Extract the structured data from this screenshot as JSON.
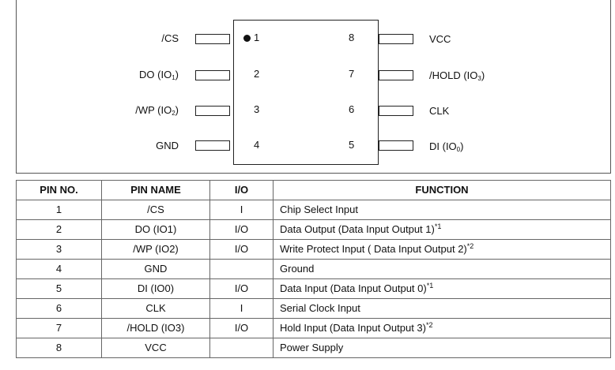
{
  "pinout": {
    "left_pins": [
      {
        "number": "1",
        "label": "/CS",
        "sub": "",
        "tail": ""
      },
      {
        "number": "2",
        "label": "DO (IO",
        "sub": "1",
        "tail": ")"
      },
      {
        "number": "3",
        "label": "/WP (IO",
        "sub": "2",
        "tail": ")"
      },
      {
        "number": "4",
        "label": "GND",
        "sub": "",
        "tail": ""
      }
    ],
    "right_pins": [
      {
        "number": "8",
        "label": "VCC",
        "sub": "",
        "tail": ""
      },
      {
        "number": "7",
        "label": "/HOLD (IO",
        "sub": "3",
        "tail": ")"
      },
      {
        "number": "6",
        "label": "CLK",
        "sub": "",
        "tail": ""
      },
      {
        "number": "5",
        "label": "DI (IO",
        "sub": "0",
        "tail": ")"
      }
    ]
  },
  "table": {
    "headers": [
      "PIN NO.",
      "PIN NAME",
      "I/O",
      "FUNCTION"
    ],
    "rows": [
      {
        "pin_no": "1",
        "pin_name": "/CS",
        "io": "I",
        "function": "Chip Select Input",
        "note": ""
      },
      {
        "pin_no": "2",
        "pin_name": "DO (IO1)",
        "io": "I/O",
        "function": "Data Output (Data Input Output 1)",
        "note": "*1"
      },
      {
        "pin_no": "3",
        "pin_name": "/WP (IO2)",
        "io": "I/O",
        "function": "Write Protect Input ( Data Input Output 2)",
        "note": "*2"
      },
      {
        "pin_no": "4",
        "pin_name": "GND",
        "io": "",
        "function": "Ground",
        "note": ""
      },
      {
        "pin_no": "5",
        "pin_name": "DI (IO0)",
        "io": "I/O",
        "function": "Data Input (Data Input Output 0)",
        "note": "*1"
      },
      {
        "pin_no": "6",
        "pin_name": "CLK",
        "io": "I",
        "function": "Serial Clock Input",
        "note": ""
      },
      {
        "pin_no": "7",
        "pin_name": "/HOLD (IO3)",
        "io": "I/O",
        "function": "Hold Input (Data Input Output 3)",
        "note": "*2"
      },
      {
        "pin_no": "8",
        "pin_name": "VCC",
        "io": "",
        "function": "Power Supply",
        "note": ""
      }
    ]
  }
}
